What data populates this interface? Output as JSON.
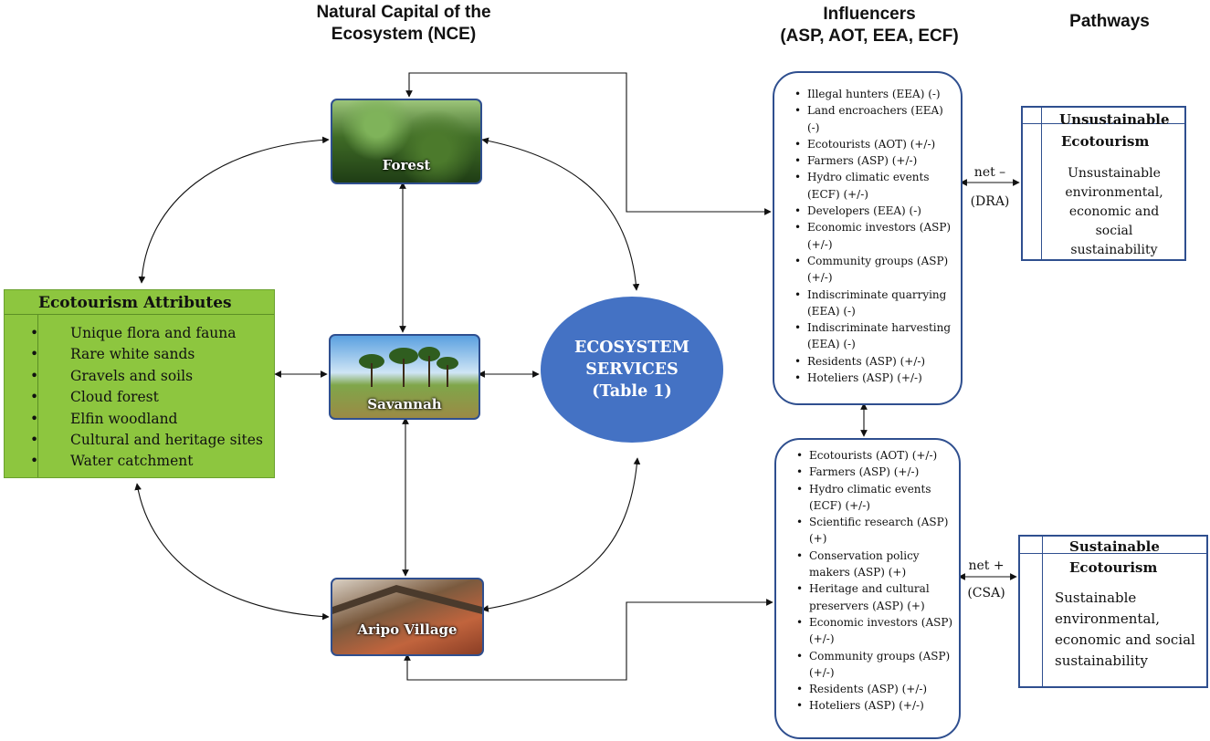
{
  "headers": {
    "nce_line1": "Natural Capital of the",
    "nce_line2": "Ecosystem (NCE)",
    "influencers_line1": "Influencers",
    "influencers_line2": "(ASP, AOT, EEA, ECF)",
    "pathways": "Pathways"
  },
  "nodes": {
    "forest": "Forest",
    "savannah": "Savannah",
    "aripo": "Aripo Village"
  },
  "ecotourism_attributes": {
    "title": "Ecotourism  Attributes",
    "items": [
      "Unique flora and fauna",
      "Rare white sands",
      "Gravels and soils",
      "Cloud forest",
      "Elfin woodland",
      "Cultural and heritage sites",
      "Water catchment"
    ]
  },
  "ecosystem_services": {
    "line1": "ECOSYSTEM",
    "line2": "SERVICES",
    "line3": "(Table 1)"
  },
  "influencers_negative": [
    "Illegal hunters (EEA)  (-)",
    "Land encroachers (EEA) (-)",
    "Ecotourists (AOT) (+/-)",
    "Farmers  (ASP) (+/-)",
    "Hydro climatic events (ECF) (+/-)",
    "Developers  (EEA) (-)",
    "Economic investors (ASP) (+/-)",
    "Community groups (ASP) (+/-)",
    "Indiscriminate quarrying (EEA) (-)",
    "Indiscriminate harvesting (EEA) (-)",
    "Residents (ASP) (+/-)",
    "Hoteliers (ASP) (+/-)"
  ],
  "influencers_positive": [
    "Ecotourists (AOT) (+/-)",
    "Farmers  (ASP) (+/-)",
    "Hydro climatic events (ECF) (+/-)",
    "Scientific research (ASP) (+)",
    "Conservation policy makers (ASP) (+)",
    "Heritage  and cultural preservers  (ASP) (+)",
    "Economic investors (ASP) (+/-)",
    "Community groups (ASP) (+/-)",
    "Residents (ASP) (+/-)",
    "Hoteliers (ASP) (+/-)"
  ],
  "net_negative": {
    "label": "net –",
    "code": "(DRA)"
  },
  "net_positive": {
    "label": "net +",
    "code": "(CSA)"
  },
  "unsustainable": {
    "title_line1": "Unsustainable",
    "title_line2": "Ecotourism",
    "body": "Unsustainable environmental, economic and social sustainability"
  },
  "sustainable": {
    "title_line1": "Sustainable",
    "title_line2": "Ecotourism",
    "body": "Sustainable environmental, economic and social sustainability"
  }
}
